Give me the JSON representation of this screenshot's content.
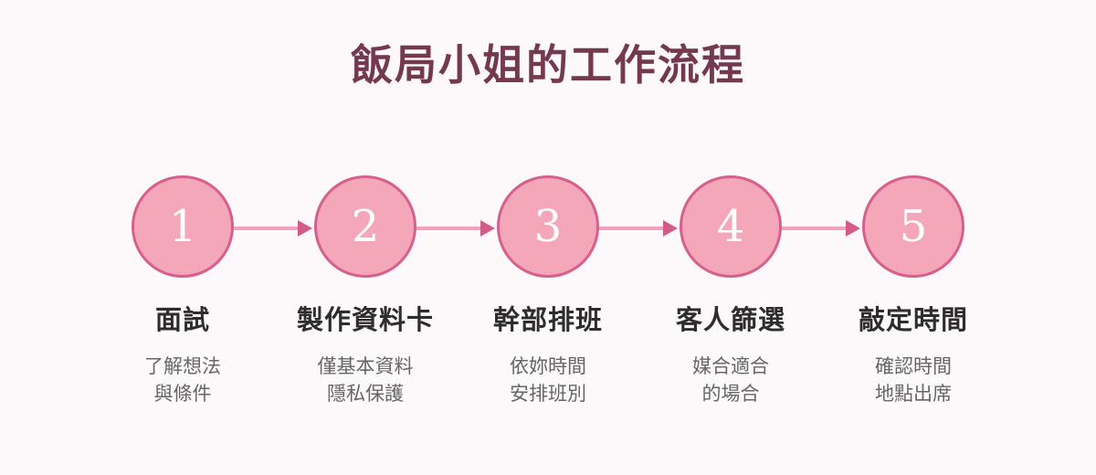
{
  "title": "飯局小姐的工作流程",
  "colors": {
    "title": "#74384f",
    "circle_fill": "#f4a7b9",
    "circle_border": "#d75f8c",
    "connector": "#f2a2b8",
    "arrowhead": "#d35b88",
    "step_title": "#2d2d2d",
    "step_desc": "#666666",
    "background": "#fdf8fa"
  },
  "steps": [
    {
      "number": "1",
      "title": "面試",
      "desc": [
        "了解想法",
        "與條件"
      ]
    },
    {
      "number": "2",
      "title": "製作資料卡",
      "desc": [
        "僅基本資料",
        "隱私保護"
      ]
    },
    {
      "number": "3",
      "title": "幹部排班",
      "desc": [
        "依妳時間",
        "安排班別"
      ]
    },
    {
      "number": "4",
      "title": "客人篩選",
      "desc": [
        "媒合適合",
        "的場合"
      ]
    },
    {
      "number": "5",
      "title": "敲定時間",
      "desc": [
        "確認時間",
        "地點出席"
      ]
    }
  ]
}
